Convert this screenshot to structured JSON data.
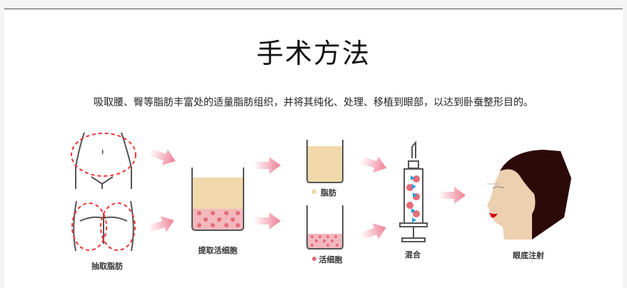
{
  "header": {
    "title": "手术方法"
  },
  "description": "吸取腰、臀等脂肪丰富处的适量脂肪组织，并将其纯化、处理、移植到眼部，以达到卧蚕整形目的。",
  "steps": {
    "extract_fat": "抽取脂肪",
    "extract_cells": "提取活细胞",
    "fat": "脂肪",
    "live_cells": "活细胞",
    "mix": "混合",
    "inject": "眼底注射"
  },
  "colors": {
    "fat": "#f1d9ab",
    "cells": "#f2b8bd",
    "dot": "#e66b78",
    "arrow": "#ee7f95",
    "hair": "#2b0a08",
    "skin": "#edd0b0"
  }
}
